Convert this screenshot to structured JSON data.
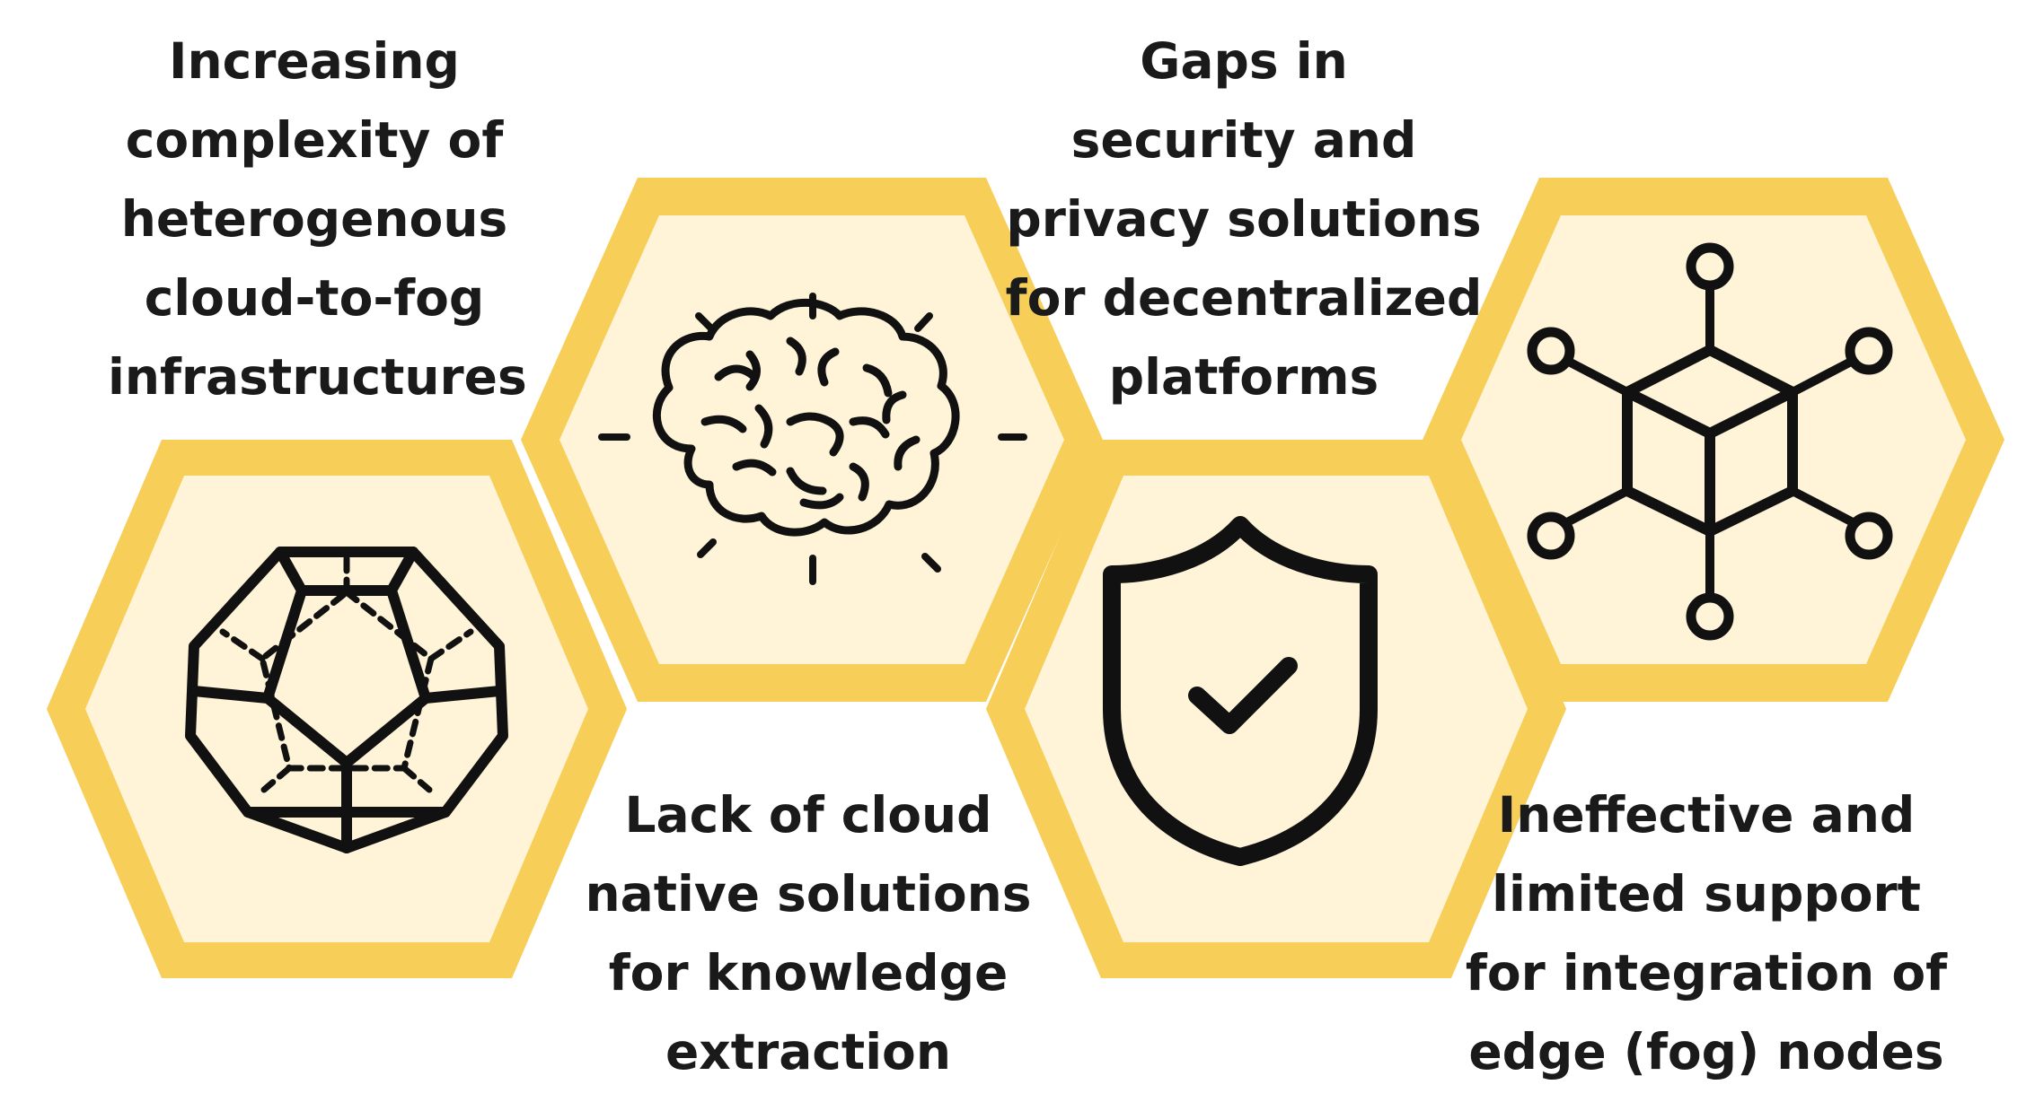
{
  "colors": {
    "hex_border": "#F6CE58",
    "hex_fill": "#FFF4D8",
    "icon_stroke": "#111111",
    "text": "#1a1a1a"
  },
  "challenges": [
    {
      "icon": "dodecahedron-icon",
      "lines": [
        "Increasing",
        "complexity of",
        "heterogenous",
        "cloud-to-fog",
        "infrastructures"
      ]
    },
    {
      "icon": "brain-icon",
      "lines": [
        "Lack of cloud",
        "native solutions",
        "for knowledge",
        "extraction"
      ]
    },
    {
      "icon": "shield-check-icon",
      "lines": [
        "Gaps in",
        "security and",
        "privacy solutions",
        "for decentralized",
        "platforms"
      ]
    },
    {
      "icon": "network-nodes-icon",
      "lines": [
        "Ineffective and",
        "limited support",
        "for integration of",
        "edge (fog) nodes"
      ]
    }
  ]
}
